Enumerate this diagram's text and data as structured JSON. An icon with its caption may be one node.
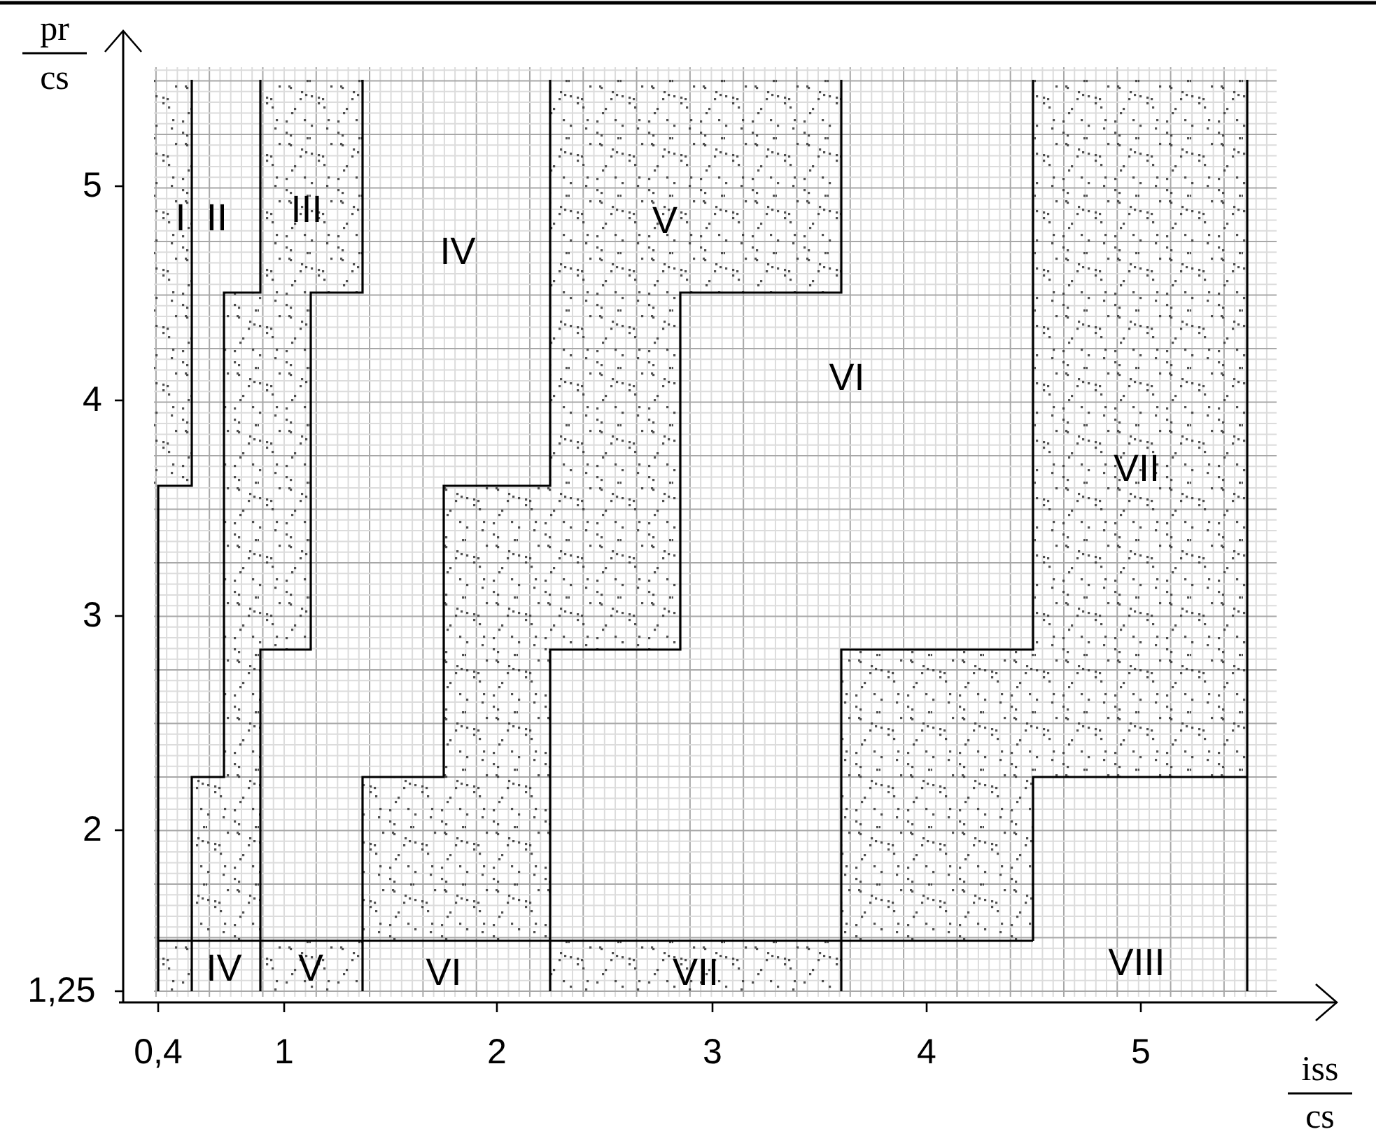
{
  "diagram": {
    "labels": [
      "pr",
      "cs",
      "5",
      "I",
      "II",
      "III",
      "IV",
      "V",
      "4",
      "VI",
      "VII",
      "3",
      "2",
      "IV",
      "V",
      "VI",
      "VII",
      "VIII",
      "1,25",
      "0,4",
      "1",
      "2",
      "3",
      "4",
      "5",
      "iss",
      "cs"
    ]
  }
}
